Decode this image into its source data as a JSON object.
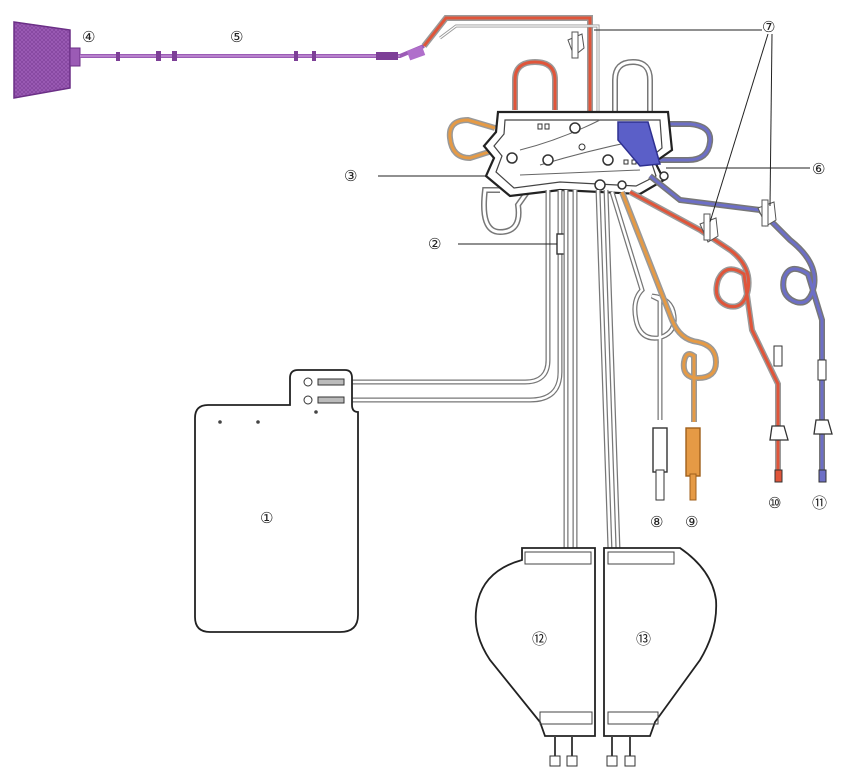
{
  "diagram": {
    "labels": {
      "bag_1": "①",
      "filter_2": "②",
      "cassette_3": "③",
      "collection_bowl_4": "④",
      "tubing_5": "⑤",
      "cassette_block_6": "⑥",
      "clamps_7": "⑦",
      "spike_8": "⑧",
      "spike_9": "⑨",
      "connector_10": "⑩",
      "connector_11": "⑪",
      "bag_12": "⑫",
      "bag_13": "⑬"
    },
    "colors": {
      "outline": "#555555",
      "purple": "#9b5bb5",
      "red": "#e0553a",
      "orange": "#e59a45",
      "blue": "#6d6fc6"
    }
  }
}
